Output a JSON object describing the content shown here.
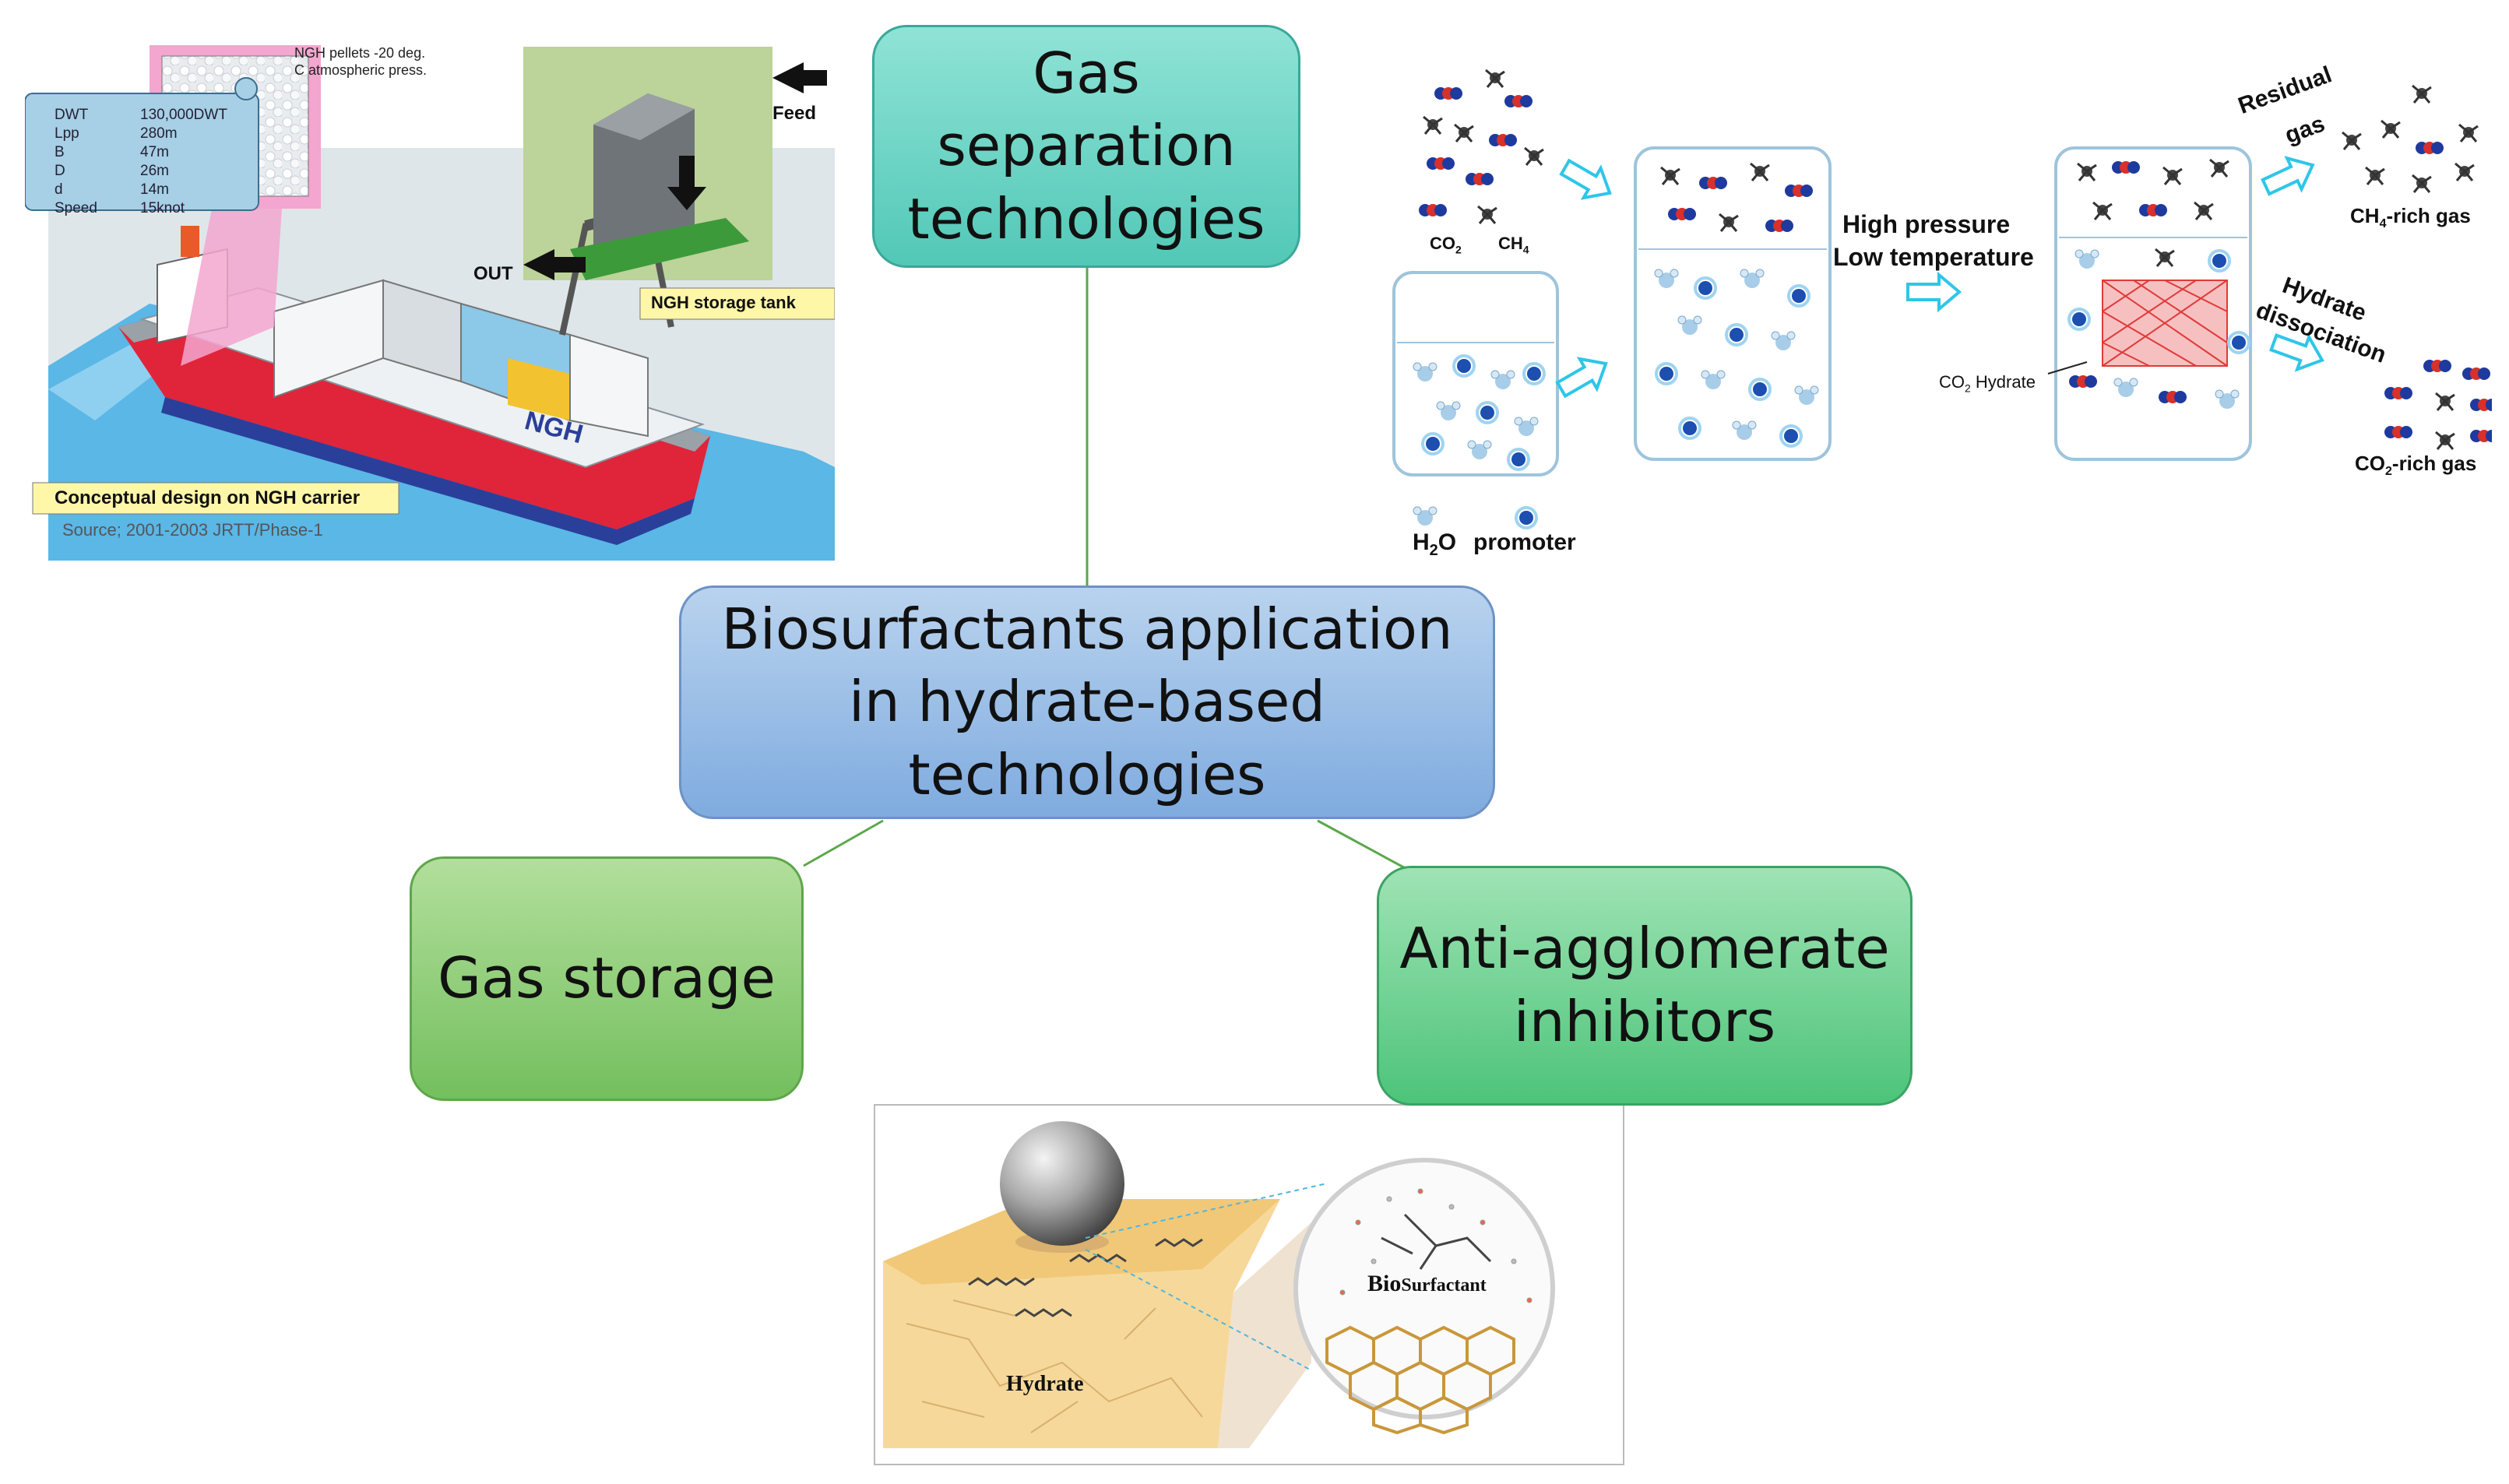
{
  "center": {
    "label": "Biosurfactants application\nin hydrate-based\ntechnologies"
  },
  "branches": {
    "gas_separation": "Gas\nseparation\ntechnologies",
    "gas_storage": "Gas storage",
    "anti_agglomerate": "Anti-agglomerate\ninhibitors"
  },
  "ngh_panel": {
    "spec_rows": [
      {
        "k": "DWT",
        "v": "130,000DWT"
      },
      {
        "k": "Lpp",
        "v": "280m"
      },
      {
        "k": "B",
        "v": "47m"
      },
      {
        "k": "D",
        "v": "26m"
      },
      {
        "k": "d",
        "v": "14m"
      },
      {
        "k": "Speed",
        "v": "15knot"
      }
    ],
    "pellets_note_1": "NGH pellets -20 deg.",
    "pellets_note_2": "C atmospheric press.",
    "feed": "Feed",
    "out": "OUT",
    "tank_label": "NGH storage tank",
    "ship_name": "NGH",
    "design_label": "Conceptual design on NGH carrier",
    "source": "Source; 2001-2003 JRTT/Phase-1"
  },
  "separation_panel": {
    "co2": "CO",
    "co2_sub": "2",
    "ch4": "CH",
    "ch4_sub": "4",
    "conditions_1": "High pressure",
    "conditions_2": "Low temperature",
    "residual_1": "Residual",
    "residual_2": "gas",
    "ch4_rich_a": "CH",
    "ch4_rich_sub": "4",
    "ch4_rich_b": "-rich gas",
    "hydrate_1": "Hydrate",
    "hydrate_2": "dissociation",
    "co2_hydrate_a": "CO",
    "co2_hydrate_sub": "2",
    "co2_hydrate_b": " Hydrate",
    "co2_rich_a": "CO",
    "co2_rich_sub": "2",
    "co2_rich_b": "-rich gas",
    "h2o_a": "H",
    "h2o_sub": "2",
    "h2o_b": "O",
    "promoter": "promoter"
  },
  "anti_panel": {
    "bio": "Bio",
    "surfactant": "Surfactant",
    "hydrate": "Hydrate"
  },
  "colors": {
    "connector": "#5aa84a",
    "ship_hull_red": "#e0243a",
    "ship_hull_blue": "#2a3f9a",
    "water": "#5ab7e6",
    "cyan_arrow": "#2ec6e8",
    "co2_blue": "#1f3a9e",
    "co2_red": "#d8302a"
  }
}
